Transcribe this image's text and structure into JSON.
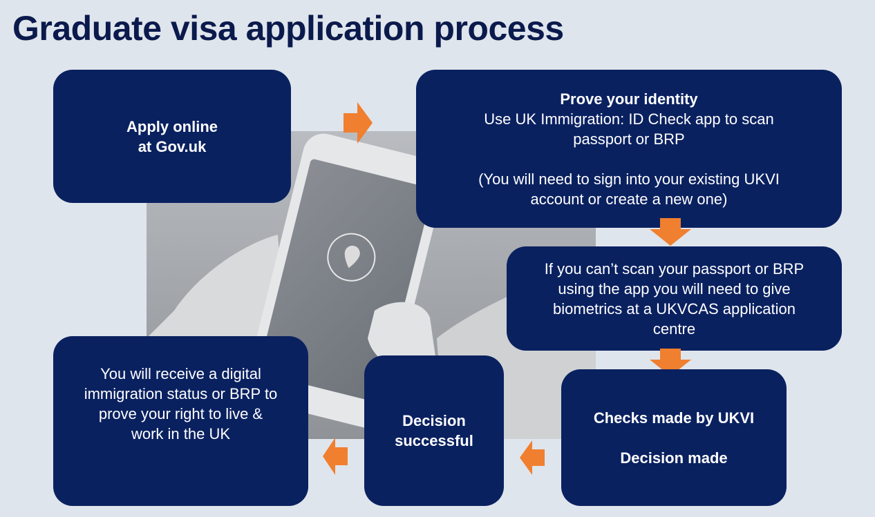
{
  "title": "Graduate visa application process",
  "steps": {
    "apply": {
      "line1": "Apply online",
      "line2": "at Gov.uk"
    },
    "identity": {
      "heading": "Prove your identity",
      "line1": "Use UK Immigration: ID Check app to scan",
      "line2": "passport or BRP",
      "note1": "(You will need to sign into your existing UKVI",
      "note2": "account or create a new one)"
    },
    "biometrics": {
      "line1": "If you can’t scan your passport or BRP",
      "line2": "using the app you will need to give",
      "line3": "biometrics at a UKVCAS application",
      "line4": "centre"
    },
    "checks": {
      "line1": "Checks made by UKVI",
      "line2": "Decision made"
    },
    "decision": {
      "line1": "Decision",
      "line2": "successful"
    },
    "receive": {
      "line1": "You will receive a digital",
      "line2": "immigration status or BRP to",
      "line3": "prove your right to live &",
      "line4": "work in the UK"
    }
  },
  "colors": {
    "background": "#dfe5ec",
    "box": "#0a2160",
    "arrow": "#f07f2f",
    "title": "#0b1a4c"
  }
}
